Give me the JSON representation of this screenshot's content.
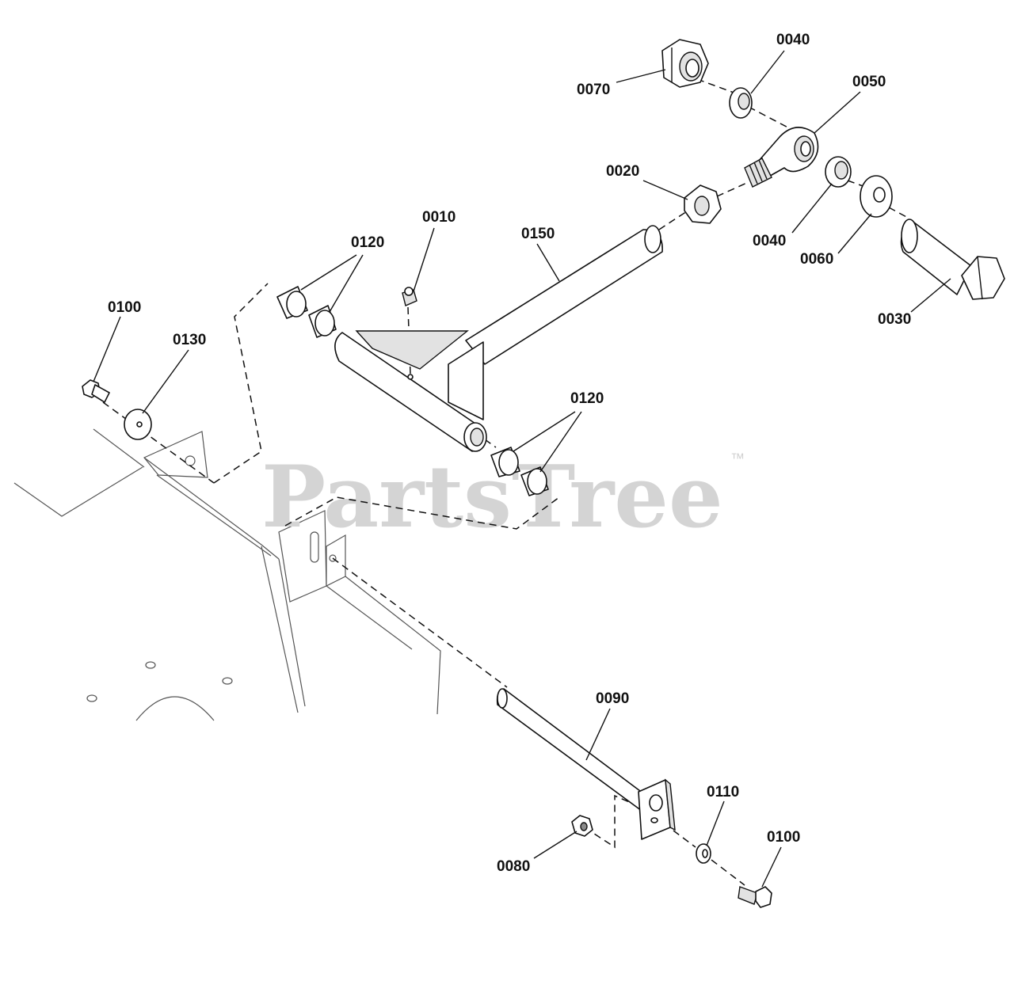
{
  "watermark": {
    "text": "PartsTree",
    "trademark": "™"
  },
  "callouts": {
    "c0010": "0010",
    "c0020": "0020",
    "c0030": "0030",
    "c0040_top": "0040",
    "c0040_bottom": "0040",
    "c0050": "0050",
    "c0060": "0060",
    "c0070": "0070",
    "c0080": "0080",
    "c0090": "0090",
    "c0100_left": "0100",
    "c0100_right": "0100",
    "c0110": "0110",
    "c0120_upper": "0120",
    "c0120_lower": "0120",
    "c0130": "0130",
    "c0150": "0150"
  }
}
